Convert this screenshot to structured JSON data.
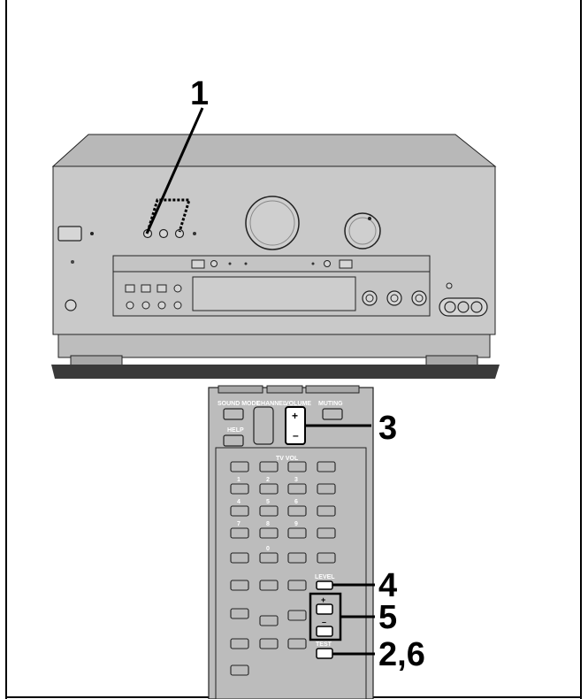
{
  "callouts": {
    "c1": "1",
    "c3": "3",
    "c4": "4",
    "c5": "5",
    "c26": "2,6"
  },
  "remote_labels": {
    "sound_mode": "SOUND MODE",
    "channel": "CHANNEL",
    "volume": "VOLUME",
    "muting": "MUTING",
    "help": "HELP",
    "vol_plus": "+",
    "vol_minus": "–",
    "tv_vol": "TV VOL",
    "n1": "1",
    "n2": "2",
    "n3": "3",
    "n4": "4",
    "n5": "5",
    "n6": "6",
    "n7": "7",
    "n8": "8",
    "n9": "9",
    "n0": "0",
    "level": "LEVEL",
    "test": "TEST",
    "plus": "+",
    "minus": "–"
  },
  "colors": {
    "receiver_body": "#c8c8c8",
    "receiver_top": "#bdbdbd",
    "shelf": "#3a3a3a",
    "remote_body": "#bcbcbc",
    "outline": "#000000"
  }
}
